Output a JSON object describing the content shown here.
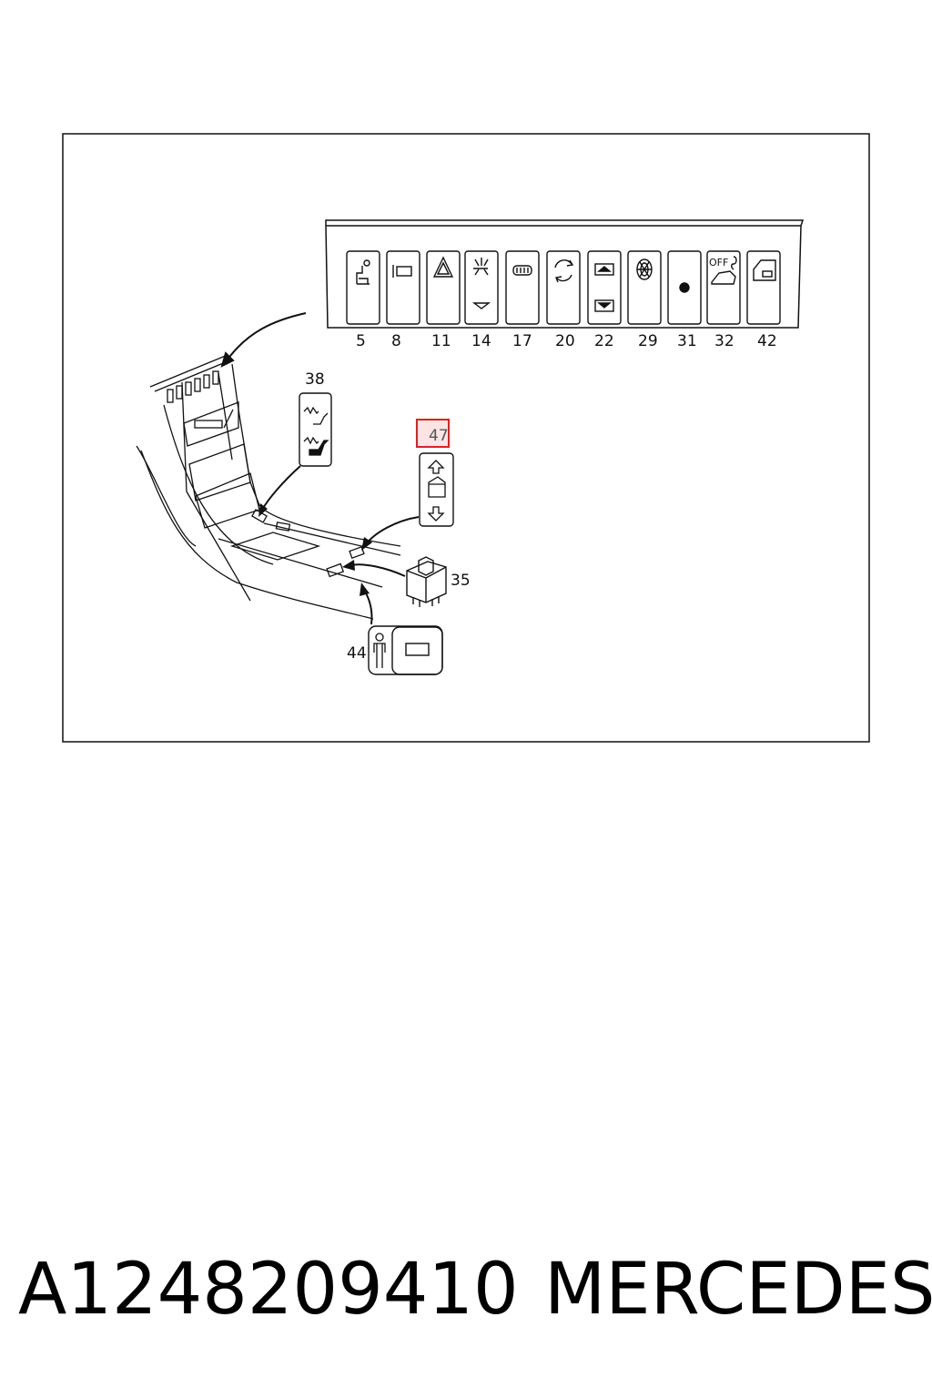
{
  "switch_strip": {
    "labels": [
      "5",
      "8",
      "11",
      "14",
      "17",
      "20",
      "22",
      "29",
      "31",
      "32",
      "42"
    ],
    "off_text": "OFF"
  },
  "callouts": {
    "seat_heater_switch": "38",
    "highlighted_switch": "47",
    "connector": "35",
    "occupant_switch": "44"
  },
  "colors": {
    "highlight": "#e02020",
    "highlight_fill": "#fce4e4",
    "line": "#111111"
  },
  "caption": {
    "part_number": "A1248209410",
    "brand": "MERCEDES"
  }
}
